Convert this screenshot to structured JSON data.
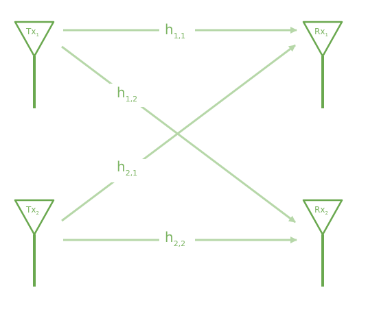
{
  "colors": {
    "antenna": "#6aa84f",
    "arrow": "#b6d7a8",
    "label": "#7db564",
    "background": "#ffffff"
  },
  "antennas": {
    "tx1": {
      "base": "Tx",
      "sub": "1"
    },
    "tx2": {
      "base": "Tx",
      "sub": "2"
    },
    "rx1": {
      "base": "Rx",
      "sub": "1"
    },
    "rx2": {
      "base": "Rx",
      "sub": "2"
    }
  },
  "channels": {
    "h11": {
      "base": "h",
      "sub": "1,1"
    },
    "h12": {
      "base": "h",
      "sub": "1,2"
    },
    "h21": {
      "base": "h",
      "sub": "2,1"
    },
    "h22": {
      "base": "h",
      "sub": "2,2"
    }
  }
}
